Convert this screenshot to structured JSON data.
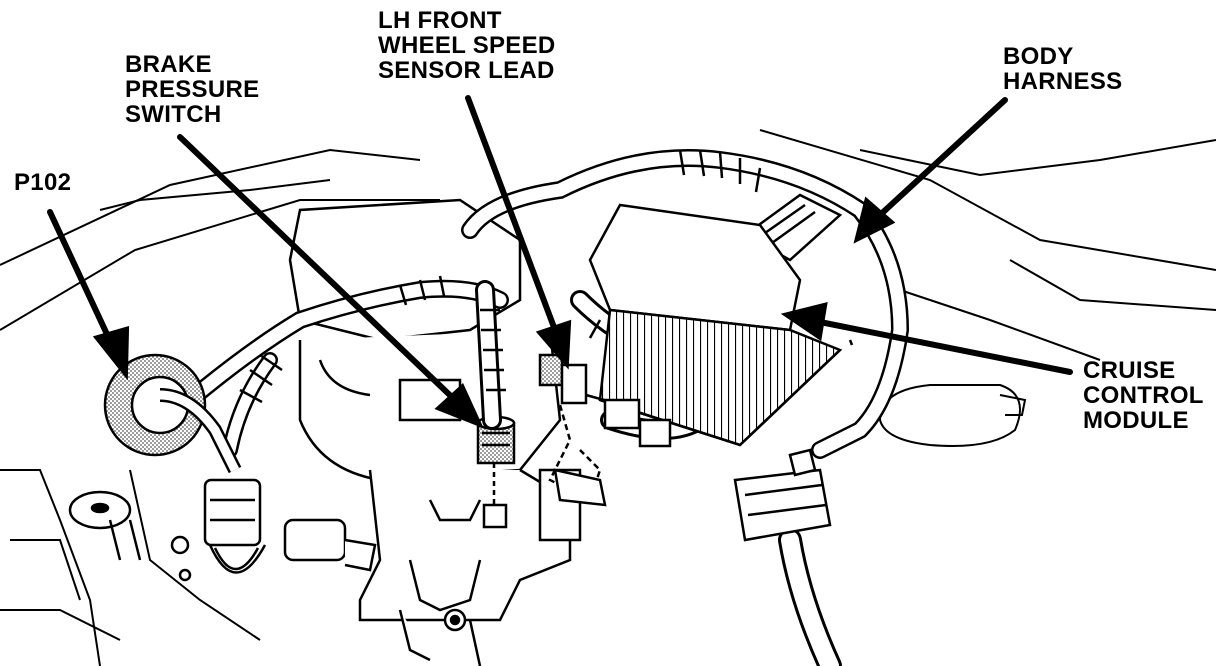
{
  "labels": {
    "brake_pressure_switch": [
      "BRAKE",
      "PRESSURE",
      "SWITCH"
    ],
    "lh_front_wheel_speed_sensor_lead": [
      "LH FRONT",
      "WHEEL SPEED",
      "SENSOR LEAD"
    ],
    "body_harness": [
      "BODY",
      "HARNESS"
    ],
    "p102": [
      "P102"
    ],
    "cruise_control_module": [
      "CRUISE",
      "CONTROL",
      "MODULE"
    ]
  },
  "colors": {
    "line": "#000000",
    "background": "#ffffff",
    "shade": "#c8c8c8"
  }
}
